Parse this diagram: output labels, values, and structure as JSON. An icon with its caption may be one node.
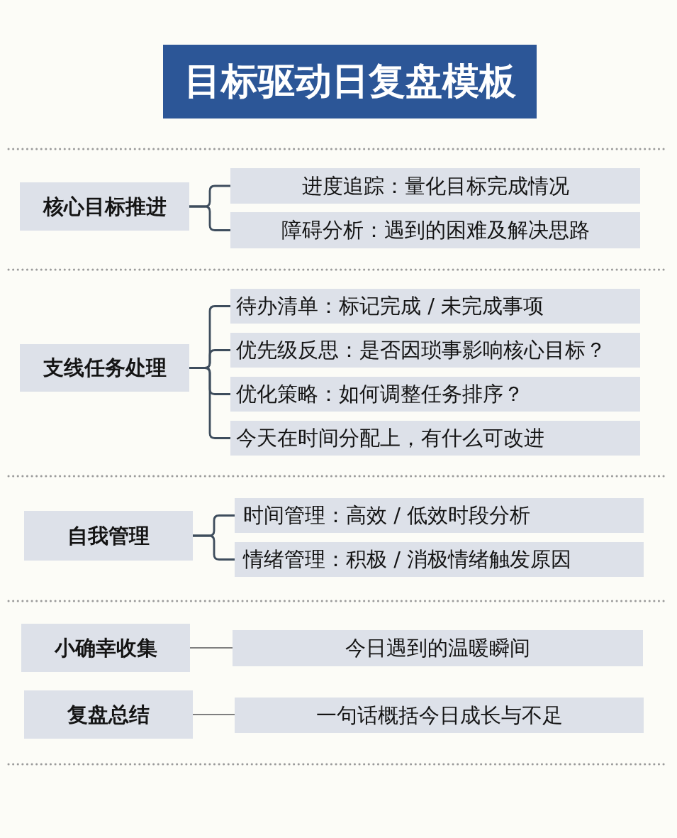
{
  "diagram": {
    "title": "目标驱动日复盘模板",
    "nodes": [
      {
        "text": [
          "核心目标推进"
        ]
      },
      {
        "text": [
          "进度追踪：量化目标完成情况"
        ]
      },
      {
        "text": [
          "障碍分析：遇到的困难及解决思路"
        ]
      },
      {
        "text": [
          "支线任务处理"
        ]
      },
      {
        "text": [
          "待办清单：标记完成 / 未完成事项"
        ]
      },
      {
        "text": [
          "优先级反思：是否因琐事影响核心目标？"
        ]
      },
      {
        "text": [
          "优化策略：如何调整任务排序？"
        ]
      },
      {
        "text": [
          "今天在时间分配上，有什么可改进"
        ]
      },
      {
        "text": [
          "自我管理"
        ]
      },
      {
        "text": [
          "时间管理：高效 / 低效时段分析"
        ]
      },
      {
        "text": [
          "情绪管理：积极 / 消极情绪触发原因"
        ]
      },
      {
        "text": [
          "小确幸收集"
        ]
      },
      {
        "text": [
          "今日遇到的温暖瞬间"
        ]
      },
      {
        "text": [
          "复盘总结"
        ]
      },
      {
        "text": [
          "一句话概括今日成长与不足"
        ]
      }
    ],
    "edges": [
      {
        "from": 0,
        "to": 1,
        "arrow": "none"
      },
      {
        "from": 0,
        "to": 2,
        "arrow": "none"
      },
      {
        "from": 3,
        "to": 4,
        "arrow": "none"
      },
      {
        "from": 3,
        "to": 5,
        "arrow": "none"
      },
      {
        "from": 3,
        "to": 6,
        "arrow": "none"
      },
      {
        "from": 3,
        "to": 7,
        "arrow": "none"
      },
      {
        "from": 8,
        "to": 9,
        "arrow": "none"
      },
      {
        "from": 8,
        "to": 10,
        "arrow": "none"
      },
      {
        "from": 11,
        "to": 12,
        "arrow": "none",
        "color": "#7f7f7f"
      },
      {
        "from": 13,
        "to": 14,
        "arrow": "none",
        "color": "#7f7f7f"
      }
    ]
  }
}
